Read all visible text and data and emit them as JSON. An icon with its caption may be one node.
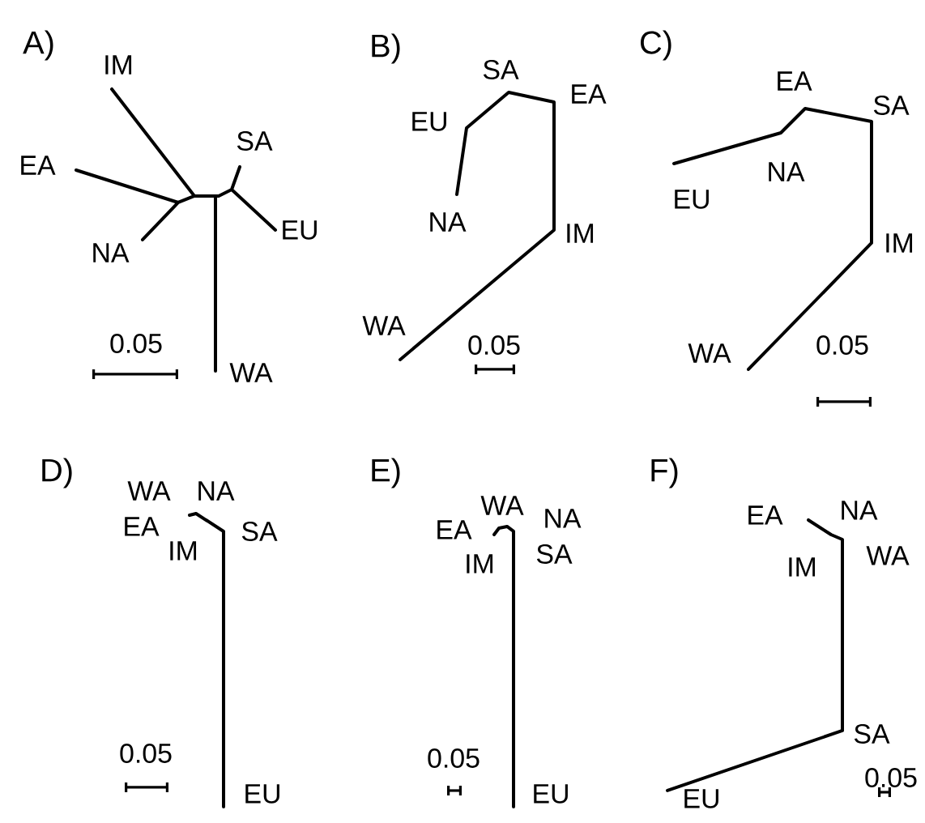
{
  "diagram": {
    "labels": [
      "A)",
      "IM",
      "SA",
      "EA",
      "EU",
      "NA",
      "0.05",
      "WA",
      "B)",
      "SA",
      "EA",
      "EU",
      "NA",
      "IM",
      "WA",
      "0.05",
      "C)",
      "EA",
      "SA",
      "NA",
      "EU",
      "IM",
      "WA",
      "0.05",
      "D)",
      "WA",
      "NA",
      "EA",
      "SA",
      "IM",
      "0.05",
      "EU",
      "E)",
      "WA",
      "NA",
      "EA",
      "SA",
      "IM",
      "0.05",
      "EU",
      "F)",
      "NA",
      "EA",
      "WA",
      "IM",
      "SA",
      "0.05",
      "EU"
    ]
  }
}
